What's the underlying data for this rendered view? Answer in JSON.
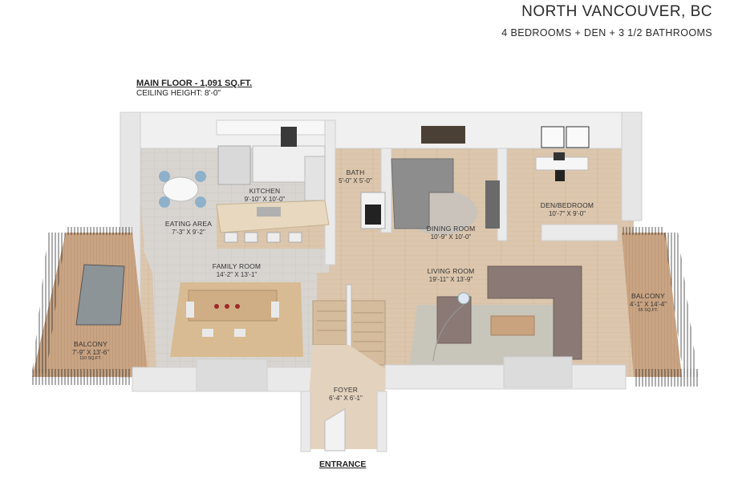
{
  "header": {
    "title": "NORTH VANCOUVER, BC",
    "subtitle": "4 BEDROOMS + DEN + 3 1/2 BATHROOMS"
  },
  "floor": {
    "label": "MAIN FLOOR - 1,091 SQ.FT.",
    "ceiling": "CEILING HEIGHT: 8'-0\""
  },
  "entrance": "ENTRANCE",
  "rooms": {
    "kitchen": {
      "name": "KITCHEN",
      "dim": "9'-10\" X 10'-0\""
    },
    "eating": {
      "name": "EATING AREA",
      "dim": "7'-3\" X 9'-2\""
    },
    "bath": {
      "name": "BATH",
      "dim": "5'-0\" X 5'-0\""
    },
    "dining": {
      "name": "DINING ROOM",
      "dim": "10'-9\" X 10'-0\""
    },
    "den": {
      "name": "DEN/BEDROOM",
      "dim": "10'-7\" X 9'-0\""
    },
    "family": {
      "name": "FAMILY ROOM",
      "dim": "14'-2\" X 13'-1\""
    },
    "living": {
      "name": "LIVING ROOM",
      "dim": "19'-11\" X 13'-9\""
    },
    "balcony_left": {
      "name": "BALCONY",
      "dim": "7'-9\" X 13'-6\"",
      "area": "110 SQ.FT."
    },
    "balcony_right": {
      "name": "BALCONY",
      "dim": "4'-1\" X 14'-4\"",
      "area": "65 SQ.FT."
    },
    "foyer": {
      "name": "FOYER",
      "dim": "6'-4\" X 6'-1\""
    }
  },
  "colors": {
    "wall": "#ececec",
    "floor_wood": "#d9c3aa",
    "tile": "#d6d3cf",
    "sofa": "#8a7975",
    "rug": "#d2b78f"
  }
}
